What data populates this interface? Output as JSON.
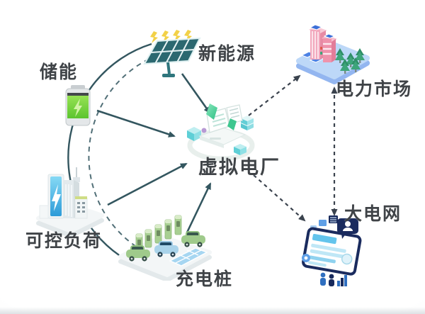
{
  "diagram": {
    "nodes": [
      {
        "id": "storage",
        "label": "储能"
      },
      {
        "id": "renewable",
        "label": "新能源"
      },
      {
        "id": "market",
        "label": "电力市场"
      },
      {
        "id": "vpp",
        "label": "虚拟电厂"
      },
      {
        "id": "load",
        "label": "可控负荷"
      },
      {
        "id": "charger",
        "label": "充电桩"
      },
      {
        "id": "grid",
        "label": "大电网"
      }
    ],
    "connections": [
      {
        "from": "storage",
        "to": "vpp",
        "style": "solid-arrow"
      },
      {
        "from": "renewable",
        "to": "vpp",
        "style": "solid-arrow"
      },
      {
        "from": "load",
        "to": "vpp",
        "style": "solid-arrow"
      },
      {
        "from": "charger",
        "to": "vpp",
        "style": "solid-arrow"
      },
      {
        "from": "vpp",
        "to": "market",
        "style": "dashed-arrow"
      },
      {
        "from": "vpp",
        "to": "grid",
        "style": "dashed-arrow"
      },
      {
        "from": "market",
        "to": "grid",
        "style": "dashed-arrow-double"
      },
      {
        "group": [
          "renewable",
          "storage",
          "load",
          "charger"
        ],
        "style": "concentric-arcs-solid-and-dashed"
      }
    ],
    "colors": {
      "arrow_solid": "#33565f",
      "arrow_dashed": "#3b434e",
      "battery_green": "#6fd23b",
      "solar_panel_teal": "#2b6870",
      "sun_ray_yellow": "#f2cf3f",
      "market_platform_blue": "#bdd8f8",
      "building_pink": "#f2a8bd",
      "tree_green": "#3da57a",
      "glass_blue": "#2d9bd8",
      "car_green": "#9fca8b",
      "car_blue": "#a9d3ea",
      "grid_screen_navy": "#1a2b5e",
      "grid_screen_blue": "#63c4ec",
      "vpp_teal": "#5ecfd6",
      "vpp_leaf_green": "#3ec78f"
    }
  }
}
